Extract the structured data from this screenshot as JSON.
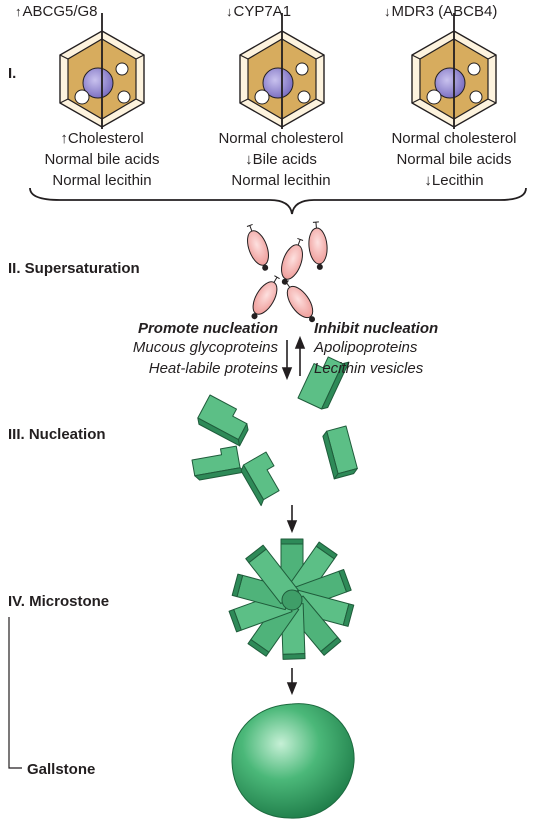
{
  "genes": [
    {
      "direction": "up",
      "arrow": "↑",
      "name": "ABCG5/G8"
    },
    {
      "direction": "down",
      "arrow": "↓",
      "name": "CYP7A1"
    },
    {
      "direction": "down",
      "arrow": "↓",
      "name": "MDR3 (ABCB4)"
    }
  ],
  "cells": [
    {
      "line1_arrow": "↑",
      "line1": "Cholesterol",
      "line2_arrow": "",
      "line2": "Normal bile acids",
      "line3_arrow": "",
      "line3": "Normal lecithin"
    },
    {
      "line1_arrow": "",
      "line1": "Normal cholesterol",
      "line2_arrow": "↓",
      "line2": "Bile acids",
      "line3_arrow": "",
      "line3": "Normal lecithin"
    },
    {
      "line1_arrow": "",
      "line1": "Normal cholesterol",
      "line2_arrow": "",
      "line2": "Normal bile acids",
      "line3_arrow": "↓",
      "line3": "Lecithin"
    }
  ],
  "stages": {
    "stage1": "I.",
    "stage2": "II. Supersaturation",
    "stage3": "III. Nucleation",
    "stage4": "IV. Microstone",
    "stage5": "Gallstone"
  },
  "nucleation": {
    "promote_title": "Promote nucleation",
    "promote_items": [
      "Mucous glycoproteins",
      "Heat-labile proteins"
    ],
    "inhibit_title": "Inhibit nucleation",
    "inhibit_items": [
      "Apolipoproteins",
      "Lecithin vesicles"
    ]
  },
  "colors": {
    "hepatocyte_fill": "#f4d9a6",
    "hepatocyte_core": "#d9a64a",
    "nucleus": "#8e83c9",
    "micelle": "#f4b6b4",
    "crystal": "#5fb887",
    "crystal_dark": "#2e8a58",
    "stone": "#3aa36a",
    "stroke": "#231f20"
  }
}
